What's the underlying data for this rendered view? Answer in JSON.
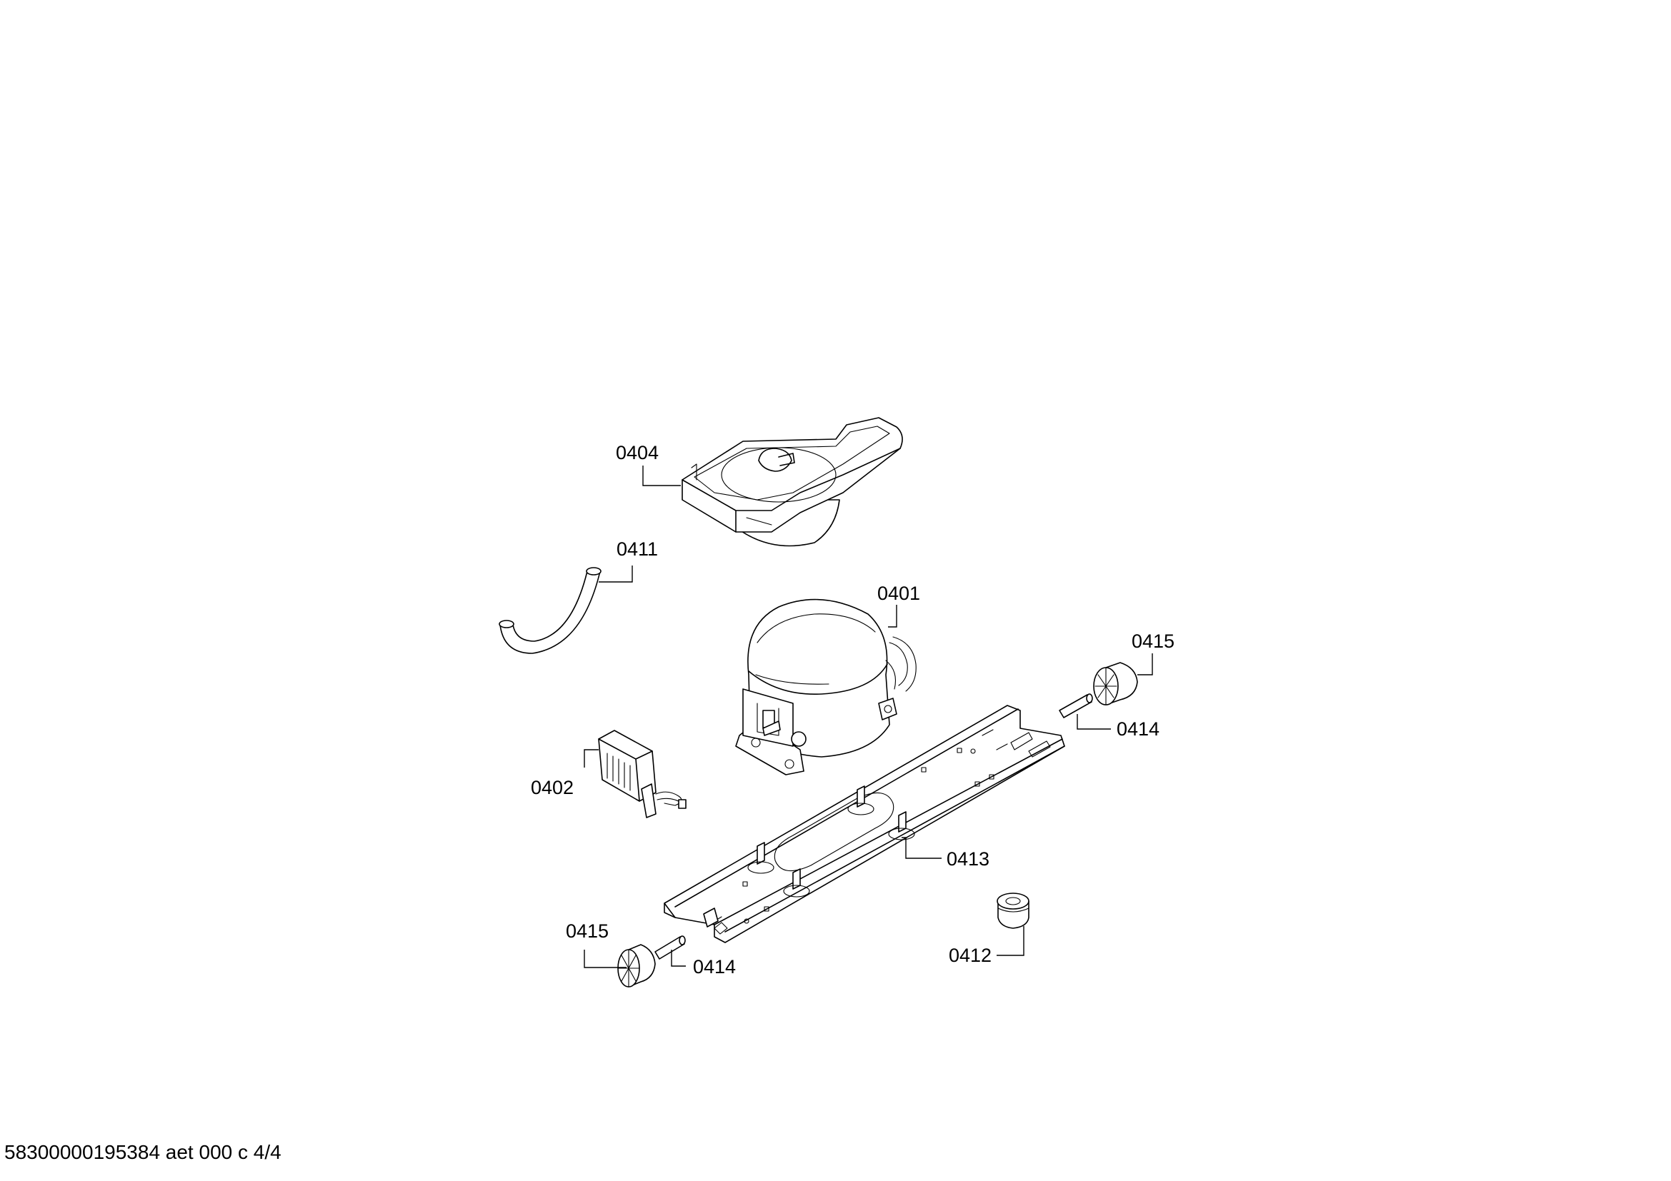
{
  "parts": [
    {
      "id": "0404"
    },
    {
      "id": "0411"
    },
    {
      "id": "0401"
    },
    {
      "id": "0415"
    },
    {
      "id": "0414"
    },
    {
      "id": "0402"
    },
    {
      "id": "0413"
    },
    {
      "id": "0412"
    }
  ],
  "callouts": [
    {
      "id": "0404"
    },
    {
      "id": "0411"
    },
    {
      "id": "0401"
    },
    {
      "id": "0415"
    },
    {
      "id": "0414"
    },
    {
      "id": "0402"
    },
    {
      "id": "0413"
    },
    {
      "id": "0415"
    },
    {
      "id": "0414"
    },
    {
      "id": "0412"
    }
  ],
  "footer": {
    "text": "58300000195384 aet 000 c 4/4"
  }
}
